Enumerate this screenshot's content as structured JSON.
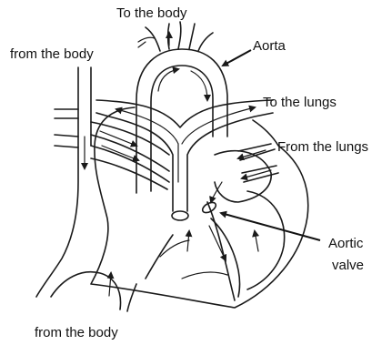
{
  "labels": {
    "to_body": "To the body",
    "from_body_top": "from the body",
    "aorta": "Aorta",
    "to_lungs": "To the lungs",
    "from_lungs": "From the lungs",
    "aortic_valve_line1": "Aortic",
    "aortic_valve_line2": "valve",
    "from_body_bottom": "from the body"
  }
}
